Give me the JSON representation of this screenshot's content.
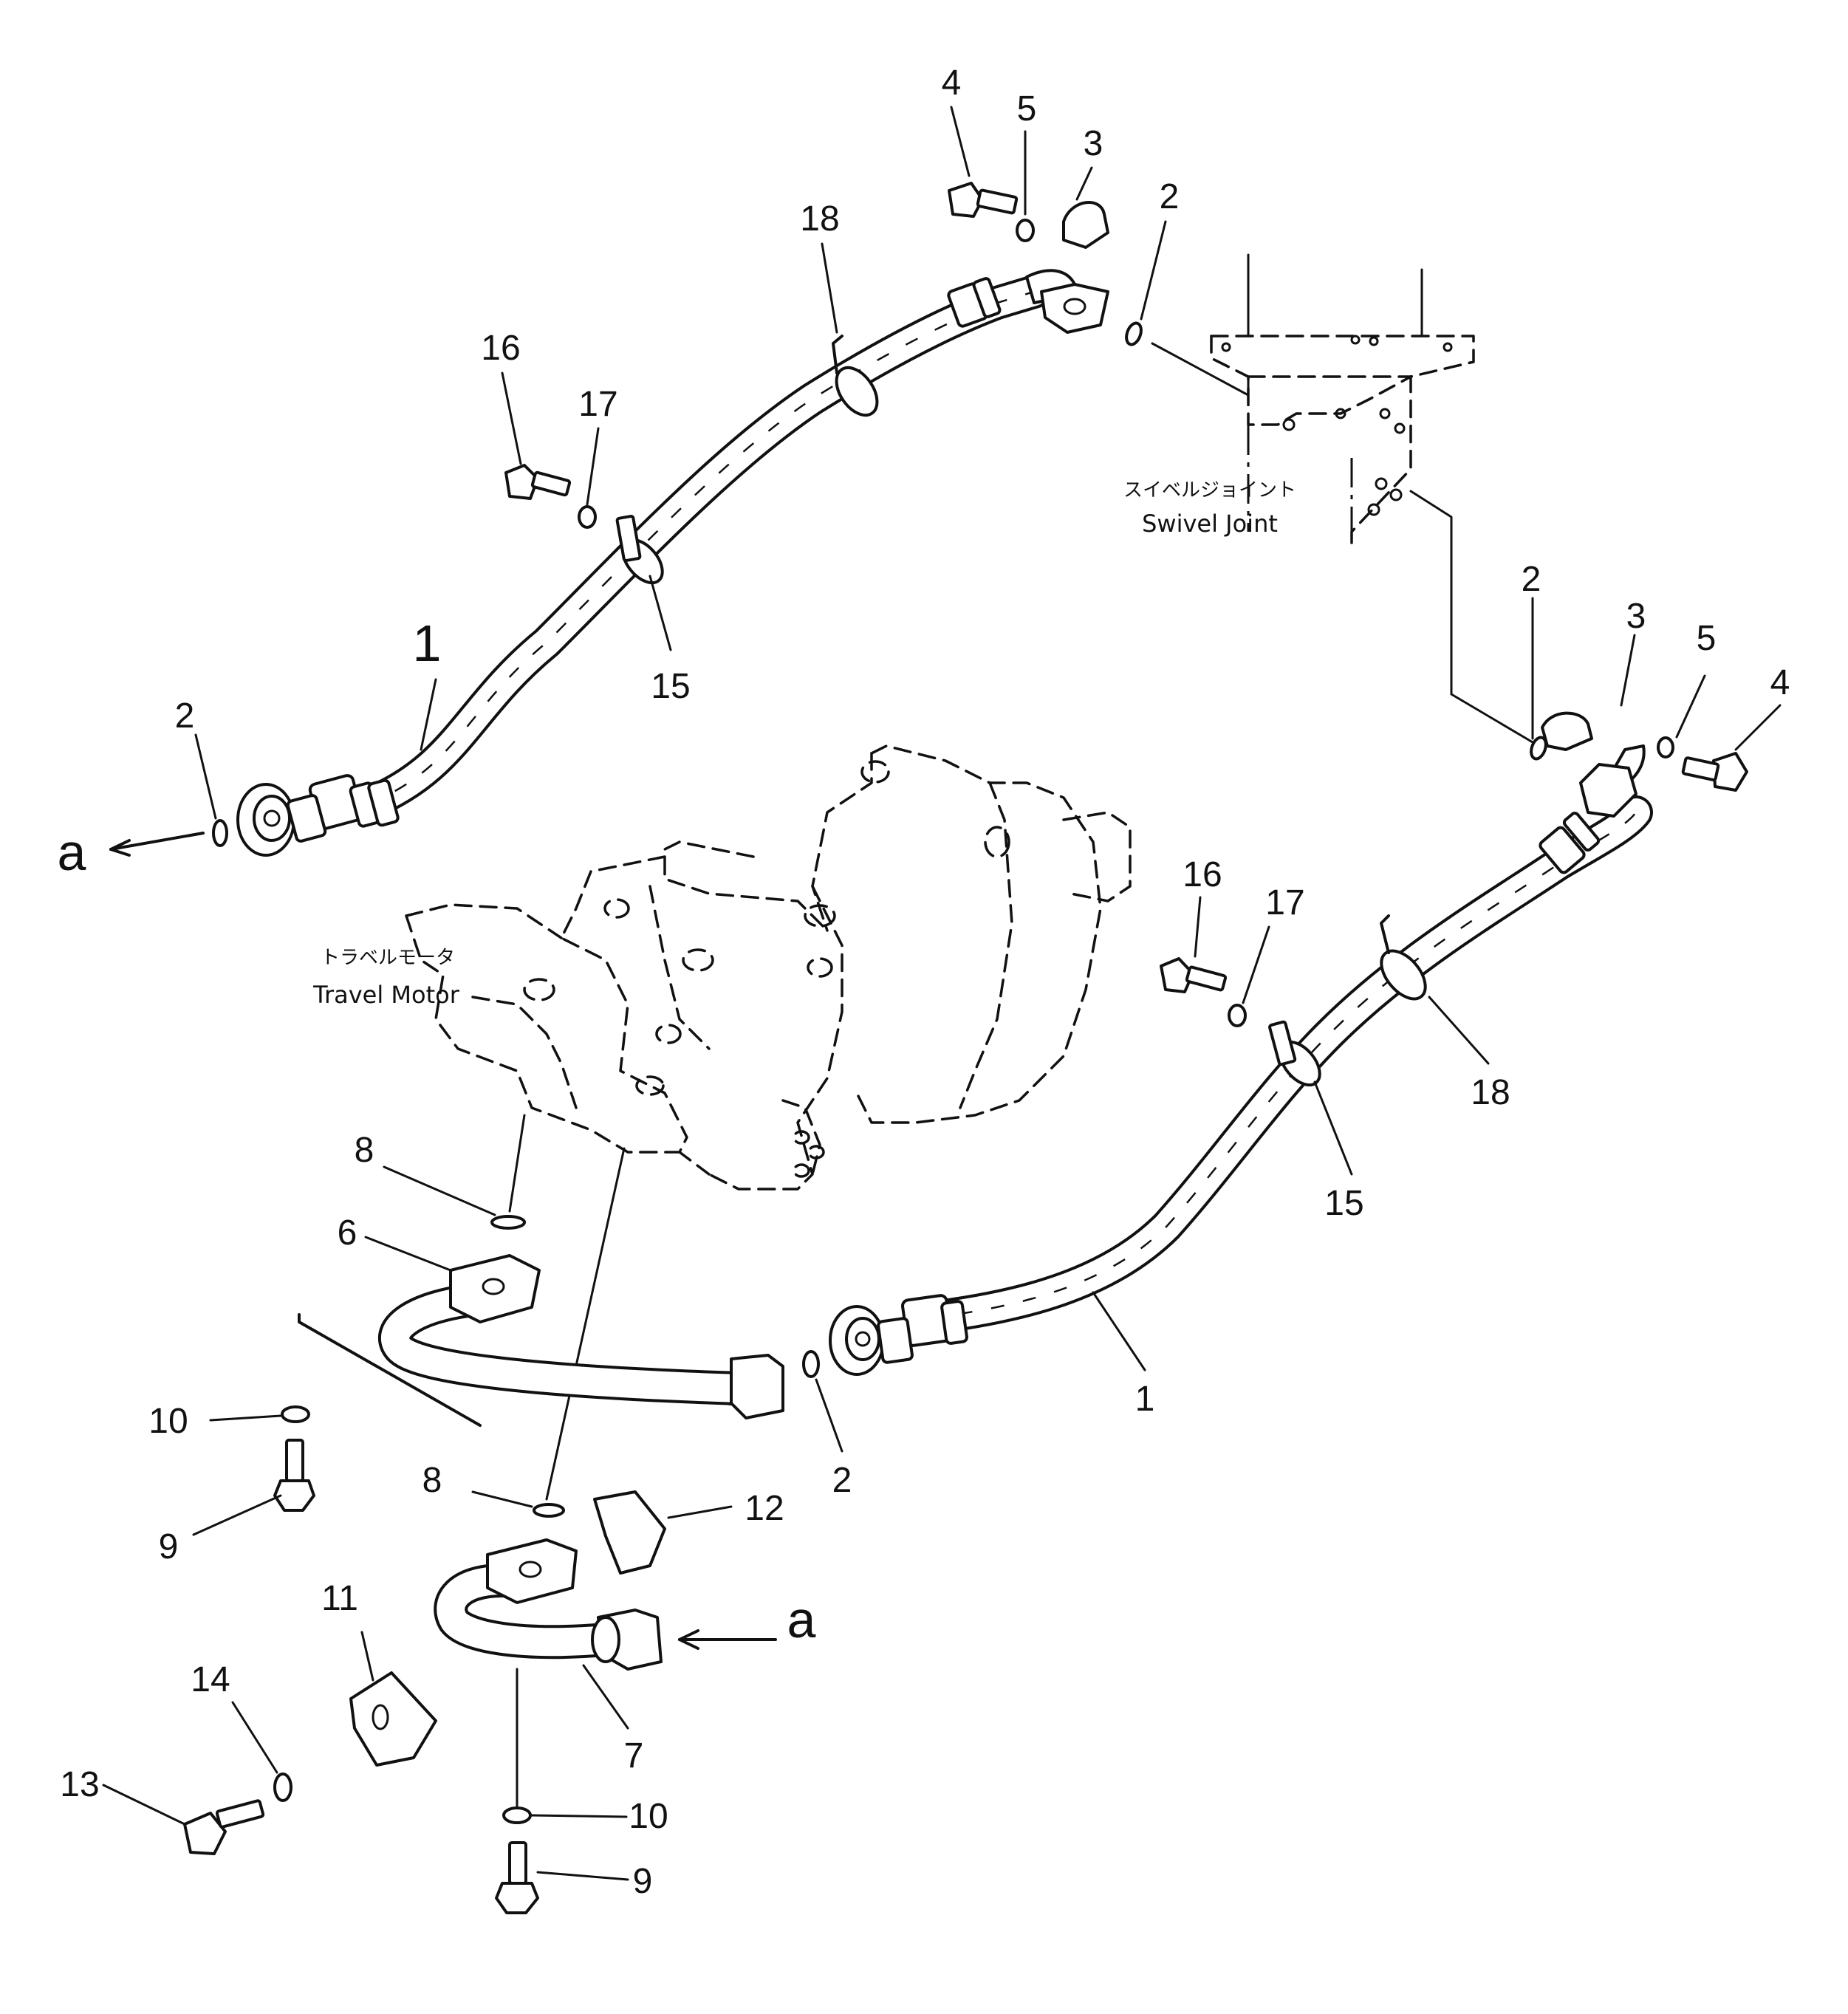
{
  "labels": {
    "swivel_joint_jp": "スイベルジョイント",
    "swivel_joint_en": "Swivel Joint",
    "travel_motor_jp": "トラベルモータ",
    "travel_motor_en": "Travel Motor",
    "arrow_a_left": "a",
    "arrow_a_bottom": "a"
  },
  "callouts": {
    "c1_upper": "1",
    "c1_lower": "1",
    "c2_left": "2",
    "c2_top": "2",
    "c2_right": "2",
    "c2_bottom": "2",
    "c3_top": "3",
    "c3_right": "3",
    "c4_top": "4",
    "c4_right": "4",
    "c5_top": "5",
    "c5_right": "5",
    "c6": "6",
    "c7": "7",
    "c8_upper": "8",
    "c8_lower": "8",
    "c9_left": "9",
    "c9_bottom": "9",
    "c10_left": "10",
    "c10_bottom": "10",
    "c11": "11",
    "c12": "12",
    "c13": "13",
    "c14": "14",
    "c15_upper": "15",
    "c15_lower": "15",
    "c16_upper": "16",
    "c16_lower": "16",
    "c17_upper": "17",
    "c17_lower": "17",
    "c18_upper": "18",
    "c18_lower": "18"
  }
}
